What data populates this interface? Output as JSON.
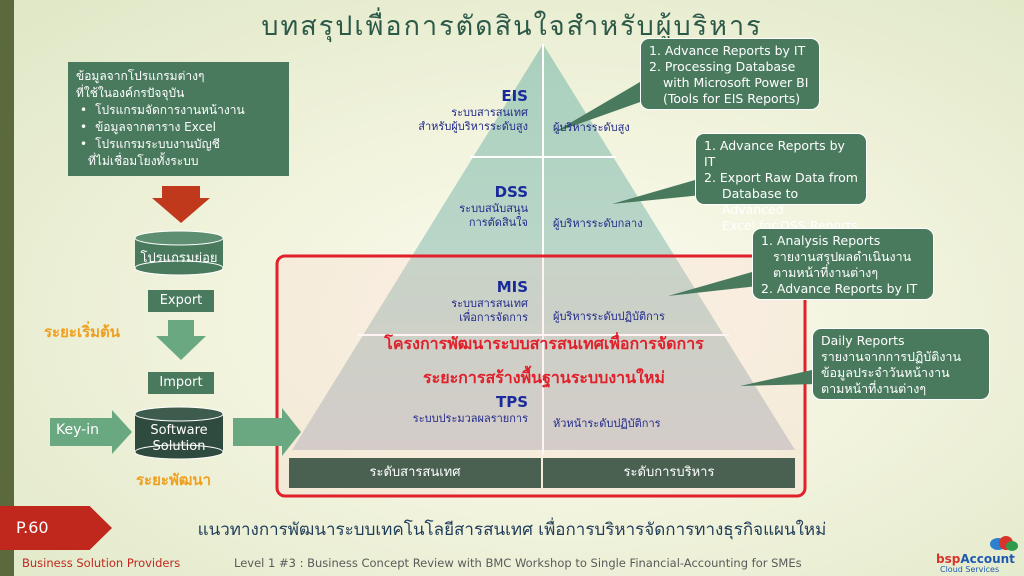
{
  "title": "บทสรุปเพื่อการตัดสินใจสำหรับผู้บริหาร",
  "source_box": {
    "heading_line1": "ข้อมูลจากโปรแกรมต่างๆ",
    "heading_line2": "ที่ใช้ในองค์กรปัจจุบัน",
    "items": [
      "โปรแกรมจัดการงานหน้างาน",
      "ข้อมูลจากตาราง Excel",
      "โปรแกรมระบบงานบัญชี",
      "ที่ไม่เชื่อมโยงทั้งระบบ"
    ]
  },
  "flow": {
    "sub_program": "โปรแกรมย่อย",
    "export": "Export",
    "import": "Import",
    "keyin": "Key-in",
    "software_line1": "Software",
    "software_line2": "Solution",
    "stage_start": "ระยะเริ่มต้น",
    "stage_develop": "ระยะพัฒนา"
  },
  "pyramid": {
    "eis": {
      "name": "EIS",
      "desc1": "ระบบสารสนเทศ",
      "desc2": "สำหรับผู้บริหารระดับสูง",
      "manager": "ผู้บริหารระดับสูง"
    },
    "dss": {
      "name": "DSS",
      "desc1": "ระบบสนับสนุน",
      "desc2": "การตัดสินใจ",
      "manager": "ผู้บริหารระดับกลาง"
    },
    "mis": {
      "name": "MIS",
      "desc1": "ระบบสารสนเทศ",
      "desc2": "เพื่อการจัดการ",
      "manager": "ผู้บริหารระดับปฏิบัติการ"
    },
    "tps": {
      "name": "TPS",
      "desc1": "ระบบประมวลผลรายการ",
      "manager": "หัวหน้าระดับปฏิบัติการ"
    },
    "project_line": "โครงการพัฒนาระบบสารสนเทศเพื่อการจัดการ",
    "phase_line": "ระยะการสร้างพื้นฐานระบบงานใหม่",
    "bottom_left": "ระดับสารสนเทศ",
    "bottom_right": "ระดับการบริหาร"
  },
  "callouts": {
    "eis": [
      "1. Advance Reports by IT",
      "2. Processing Database",
      "with Microsoft Power BI",
      "(Tools for EIS Reports)"
    ],
    "dss": [
      "1. Advance Reports by IT",
      "2. Export Raw Data from",
      "Database to Advanced",
      "Excel for DSS Reports"
    ],
    "mis": [
      "1. Analysis Reports",
      "รายงานสรุปผลดำเนินงาน",
      "ตามหน้าที่งานต่างๆ",
      "2. Advance Reports by IT"
    ],
    "tps": [
      "Daily Reports",
      "รายงานจากการปฏิบัติงาน",
      "ข้อมูลประจำวันหน้างาน",
      "ตามหน้าที่งานต่างๆ"
    ]
  },
  "footer": {
    "subtitle": "แนวทางการพัฒนาระบบเทคโนโลยีสารสนเทศ เพื่อการบริหารจัดการทางธุรกิจแผนใหม่",
    "page": "P.60",
    "company": "Business Solution Providers",
    "level": "Level 1 #3 : Business Concept Review with BMC Workshop to Single Financial-Accounting for SMEs",
    "logo_bsp": "bsp",
    "logo_account": "Account",
    "logo_sub": "Cloud Services"
  },
  "colors": {
    "accent_green": "#4a7a5e",
    "red": "#e0202a",
    "navy": "#1a2a9a",
    "orange": "#f0a020"
  }
}
